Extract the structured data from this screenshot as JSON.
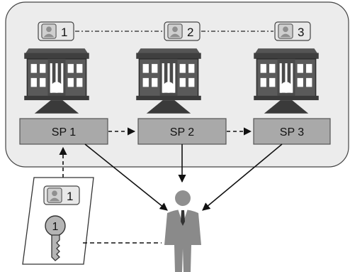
{
  "service_providers": [
    {
      "label": "SP 1",
      "badge": "1"
    },
    {
      "label": "SP 2",
      "badge": "2"
    },
    {
      "label": "SP 3",
      "badge": "3"
    }
  ],
  "credential_card": {
    "badge": "1",
    "key_label": "1"
  },
  "colors": {
    "panel_fill": "#ececec",
    "sp_box_fill": "#a9a9a9",
    "building_fill": "#4a4a4a",
    "person_fill": "#8a8a8a"
  }
}
